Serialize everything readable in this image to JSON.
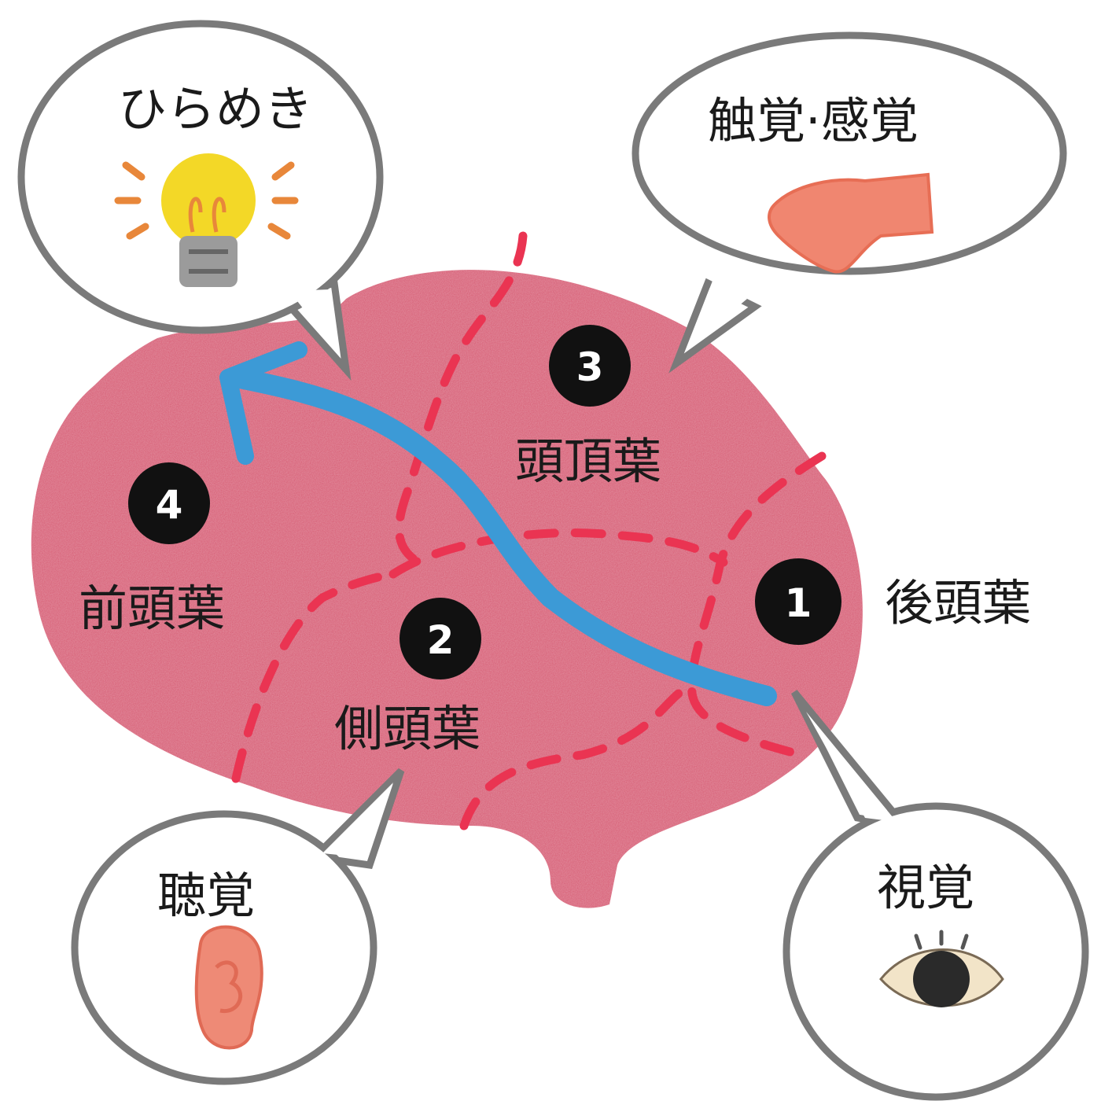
{
  "colors": {
    "brain": "#d6566f",
    "dashed_divider": "#ea3452",
    "arrow": "#3c9ad6",
    "bubble_outline": "#7a7a7a",
    "number_badge": "#111111"
  },
  "lobes": [
    {
      "number": "1",
      "name": "後頭葉"
    },
    {
      "number": "2",
      "name": "側頭葉"
    },
    {
      "number": "3",
      "name": "頭頂葉"
    },
    {
      "number": "4",
      "name": "前頭葉"
    }
  ],
  "bubbles": {
    "inspiration": {
      "label": "ひらめき",
      "icon": "lightbulb-icon"
    },
    "touch": {
      "label": "触覚·感覚",
      "icon": "hand-icon"
    },
    "hearing": {
      "label": "聴覚",
      "icon": "ear-icon"
    },
    "vision": {
      "label": "視覚",
      "icon": "eye-icon"
    }
  }
}
